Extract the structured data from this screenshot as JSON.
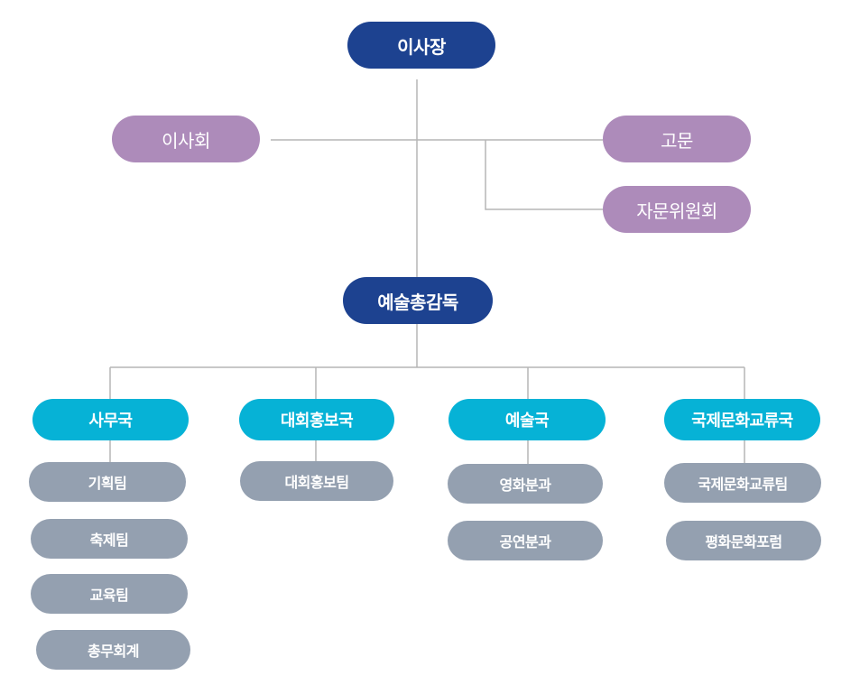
{
  "top": {
    "chairman": "이사장",
    "board": "이사회",
    "advisor": "고문",
    "advisory_committee": "자문위원회"
  },
  "director": "예술총감독",
  "departments": [
    {
      "name": "사무국",
      "teams": [
        "기획팀",
        "축제팀",
        "교육팀",
        "총무회계"
      ]
    },
    {
      "name": "대회홍보국",
      "teams": [
        "대회홍보팀"
      ]
    },
    {
      "name": "예술국",
      "teams": [
        "영화분과",
        "공연분과"
      ]
    },
    {
      "name": "국제문화교류국",
      "teams": [
        "국제문화교류팀",
        "평화문화포럼"
      ]
    }
  ],
  "colors": {
    "navy": "#1d4290",
    "purple": "#ad8bba",
    "cyan": "#06b2d6",
    "gray": "#94a0b0",
    "line": "#b5b5b5"
  }
}
